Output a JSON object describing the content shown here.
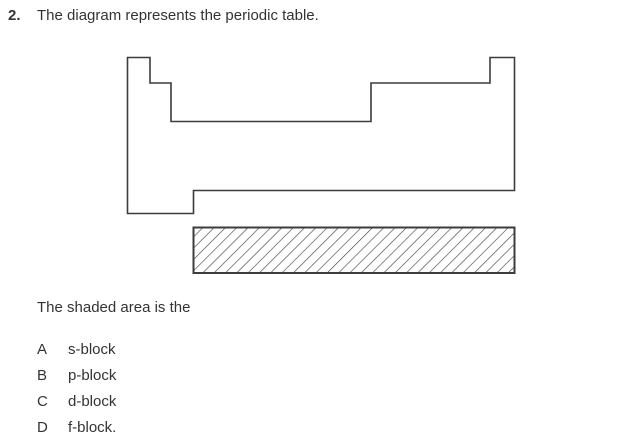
{
  "question": {
    "number": "2.",
    "text": "The diagram represents the periodic table."
  },
  "diagram": {
    "name": "periodic-table-outline-with-shaded-f-block",
    "outline_color": "#3c3c3c",
    "hatch_color": "#474747",
    "hatch_border_color": "#3c3c3c",
    "background_color": "#ffffff"
  },
  "prompt": "The shaded area is the",
  "options": [
    {
      "label": "A",
      "text": "s-block"
    },
    {
      "label": "B",
      "text": "p-block"
    },
    {
      "label": "C",
      "text": "d-block"
    },
    {
      "label": "D",
      "text": "f-block."
    }
  ]
}
